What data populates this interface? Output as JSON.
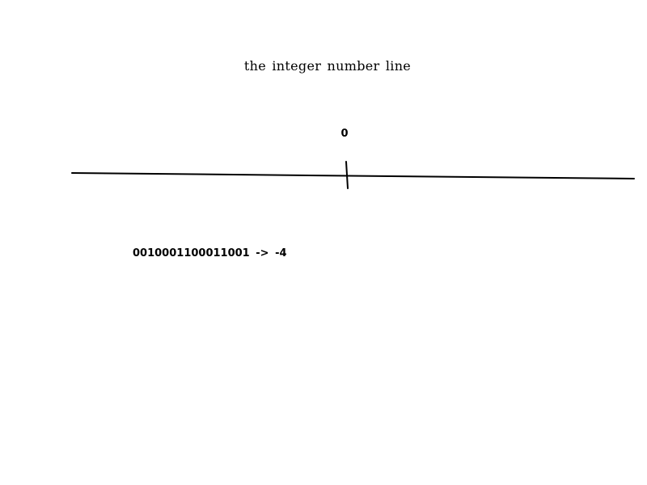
{
  "diagram": {
    "title": "the integer number line",
    "tick_label": "0",
    "mapping": {
      "binary": "0010001100011001",
      "arrow": "->",
      "value": "-4"
    }
  }
}
